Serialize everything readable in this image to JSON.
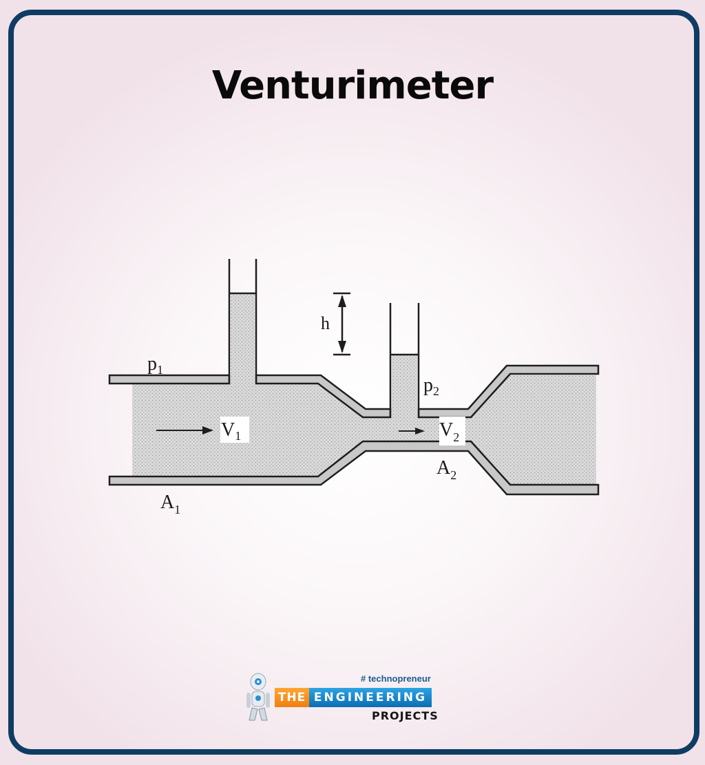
{
  "title": "Venturimeter",
  "diagram": {
    "labels": {
      "p1": "p",
      "p1_sub": "1",
      "p2": "p",
      "p2_sub": "2",
      "v1": "V",
      "v1_sub": "1",
      "v2": "V",
      "v2_sub": "2",
      "a1": "A",
      "a1_sub": "1",
      "a2": "A",
      "a2_sub": "2",
      "h": "h"
    },
    "colors": {
      "fluid": "#d6d6d6",
      "wall_fill": "#c8c8c8",
      "outline": "#1e1e1e"
    }
  },
  "logo": {
    "tagline": "# technopreneur",
    "word_the": "THE",
    "word_engineering": "ENGINEERING",
    "word_projects": "PROJECTS",
    "colors": {
      "orange": "#f59222",
      "blue": "#1a8ad0",
      "frame": "#0e3c63"
    }
  }
}
